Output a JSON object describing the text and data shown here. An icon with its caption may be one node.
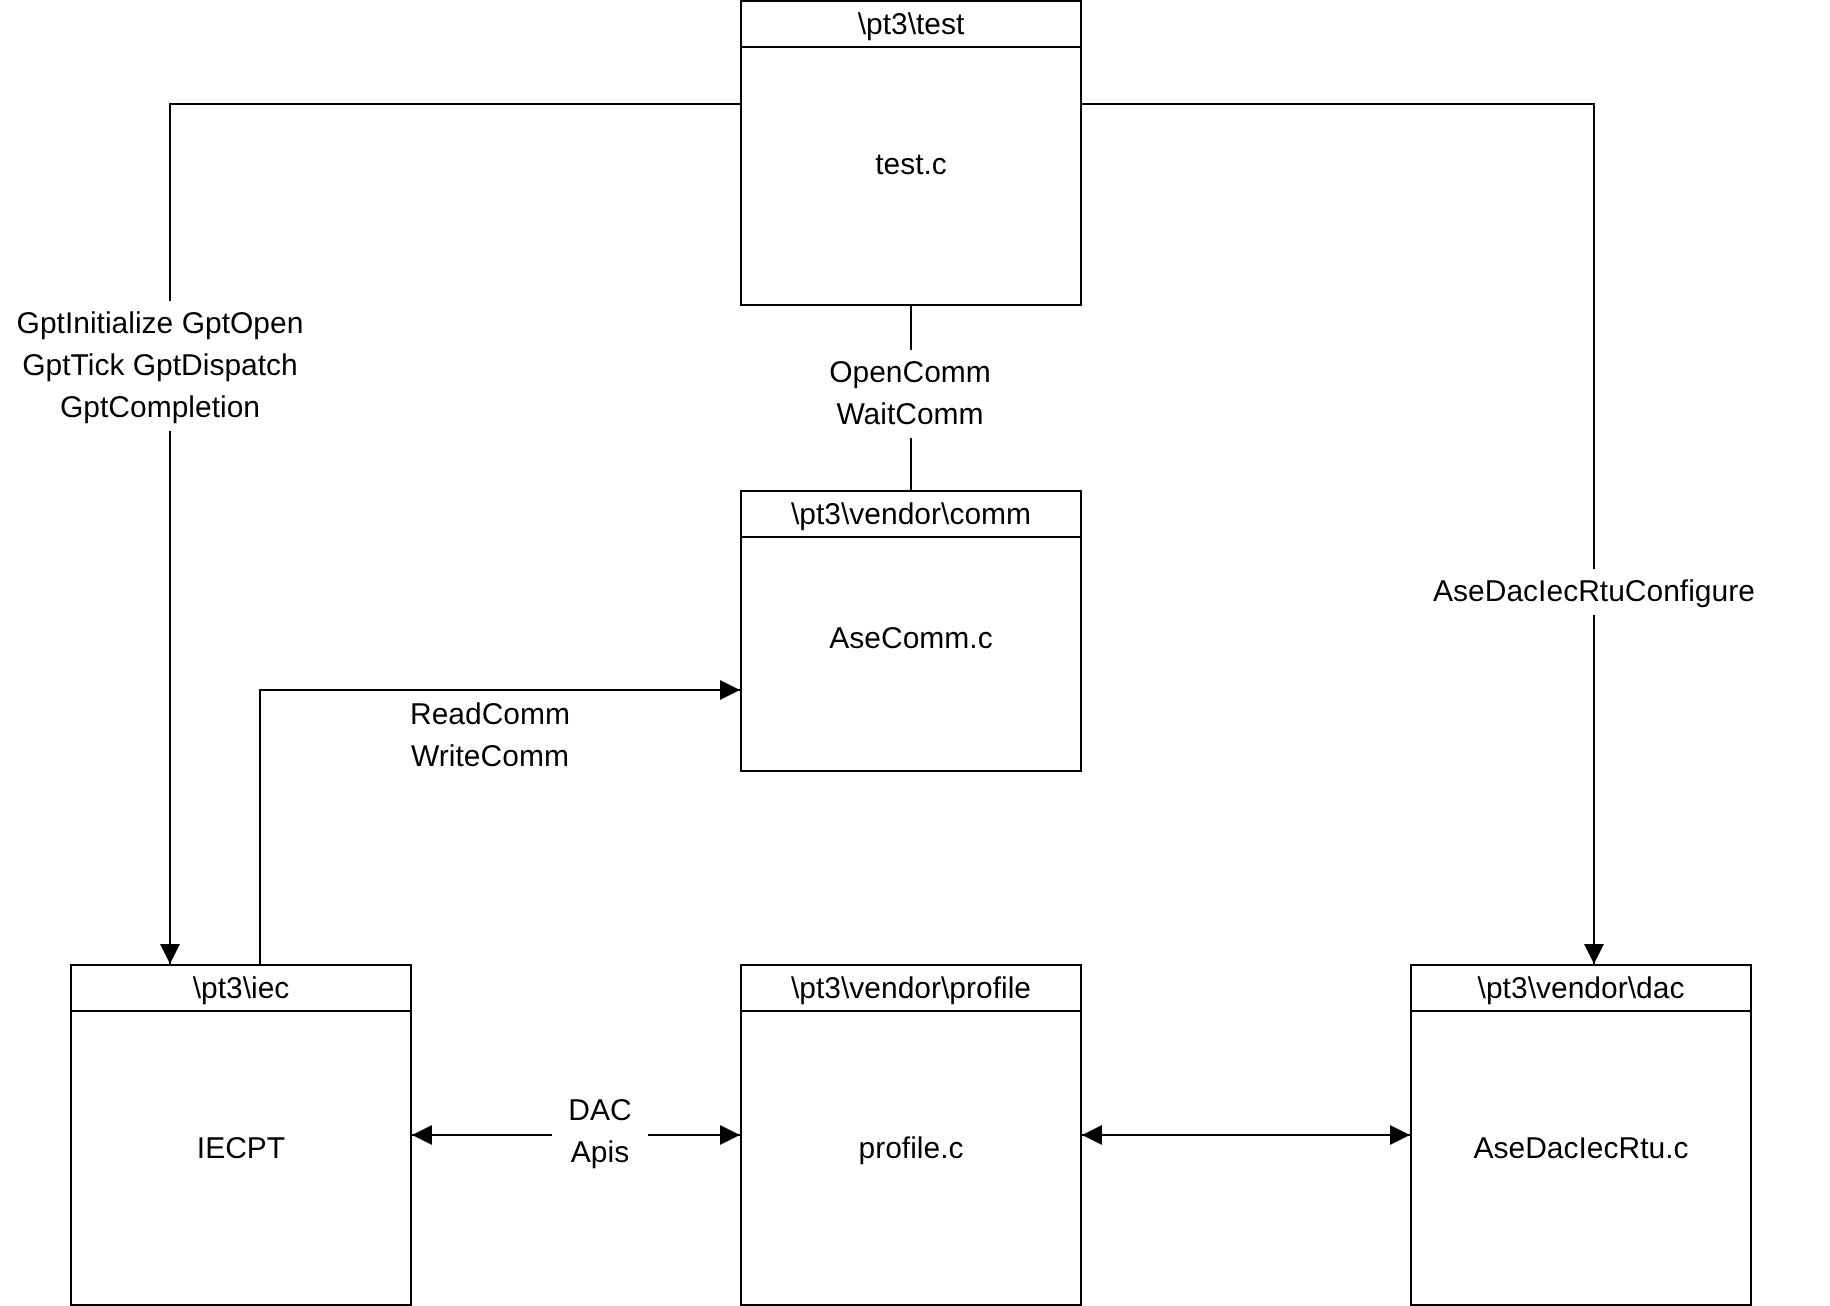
{
  "diagram": {
    "nodes": [
      {
        "text": [
          "\\pt3\\test",
          "test.c"
        ]
      },
      {
        "text": [
          "\\pt3\\vendor\\comm",
          "AseComm.c"
        ]
      },
      {
        "text": [
          "\\pt3\\iec",
          "IECPT"
        ]
      },
      {
        "text": [
          "\\pt3\\vendor\\profile",
          "profile.c"
        ]
      },
      {
        "text": [
          "\\pt3\\vendor\\dac",
          "AseDacIecRtu.c"
        ]
      }
    ],
    "edges": [
      {
        "from": 0,
        "to": 2,
        "arrow": "to",
        "label": "GptInitialize GptOpen GptTick GptDispatch GptCompletion"
      },
      {
        "from": 0,
        "to": 1,
        "arrow": "none",
        "label": "OpenComm WaitComm"
      },
      {
        "from": 2,
        "to": 1,
        "arrow": "to",
        "label": "ReadComm WriteComm"
      },
      {
        "from": 0,
        "to": 4,
        "arrow": "to",
        "label": "AseDacIecRtuConfigure"
      },
      {
        "from": 2,
        "to": 3,
        "arrow": "both",
        "label": "DAC Apis"
      },
      {
        "from": 3,
        "to": 4,
        "arrow": "both"
      }
    ]
  }
}
